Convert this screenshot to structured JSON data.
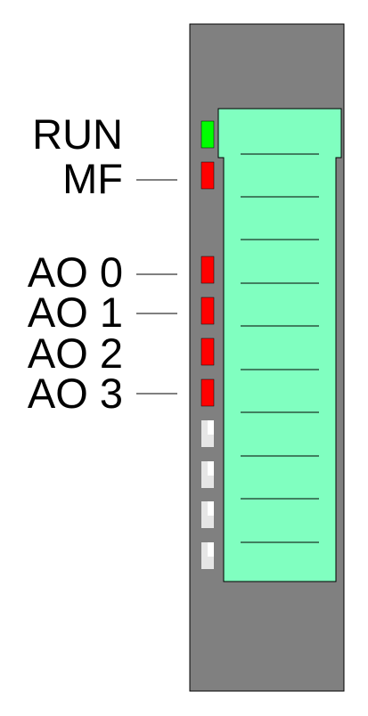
{
  "labels": {
    "run": "RUN",
    "mf": "MF",
    "ao0": "AO 0",
    "ao1": "AO 1",
    "ao2": "AO 2",
    "ao3": "AO 3"
  },
  "leds": [
    {
      "id": "run",
      "state": "on",
      "color": "#00ff00"
    },
    {
      "id": "mf",
      "state": "on",
      "color": "#ff0000"
    },
    {
      "id": "ao0",
      "state": "on",
      "color": "#ff0000"
    },
    {
      "id": "ao1",
      "state": "on",
      "color": "#ff0000"
    },
    {
      "id": "ao2",
      "state": "on",
      "color": "#ff0000"
    },
    {
      "id": "ao3",
      "state": "on",
      "color": "#ff0000"
    },
    {
      "id": "unused-1",
      "state": "off",
      "color": "#e6e6e6"
    },
    {
      "id": "unused-2",
      "state": "off",
      "color": "#e6e6e6"
    },
    {
      "id": "unused-3",
      "state": "off",
      "color": "#e6e6e6"
    },
    {
      "id": "unused-4",
      "state": "off",
      "color": "#e6e6e6"
    }
  ],
  "colors": {
    "housing": "#808080",
    "connector": "#80ffc0",
    "outline": "#000000",
    "led_off": "#e6e6e6",
    "led_off_highlight": "#ffffff"
  }
}
